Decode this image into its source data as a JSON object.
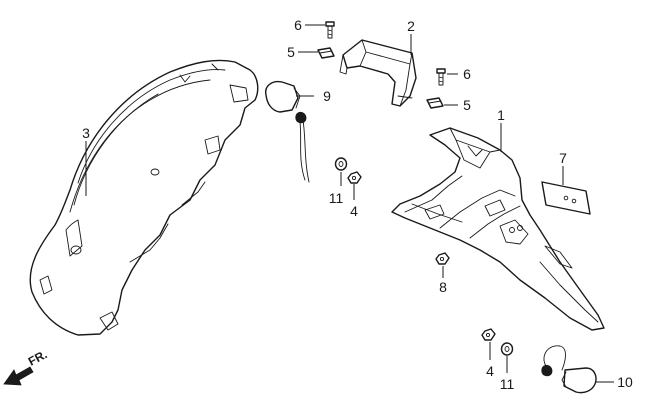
{
  "direction": {
    "label": "FR.",
    "icon": "front-direction-arrow-icon"
  },
  "callouts": [
    {
      "id": "1",
      "part": "rear-fender-bracket"
    },
    {
      "id": "2",
      "part": "battery-case-bracket"
    },
    {
      "id": "3",
      "part": "rear-inner-fender"
    },
    {
      "id": "4",
      "part": "nut"
    },
    {
      "id": "5",
      "part": "clip-nut"
    },
    {
      "id": "6",
      "part": "screw"
    },
    {
      "id": "7",
      "part": "license-plate-reflector"
    },
    {
      "id": "8",
      "part": "nut"
    },
    {
      "id": "9",
      "part": "turn-signal-light"
    },
    {
      "id": "10",
      "part": "turn-signal-light"
    },
    {
      "id": "11",
      "part": "washer"
    }
  ]
}
